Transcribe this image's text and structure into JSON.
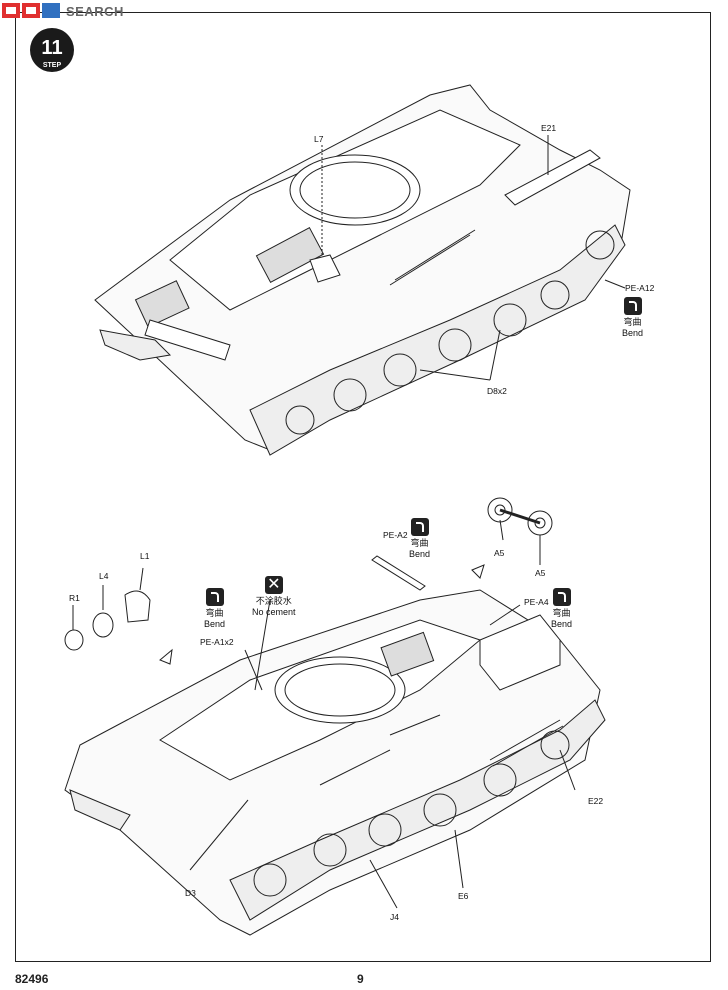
{
  "watermark": {
    "brand": "SEARCH"
  },
  "step": {
    "number": "11",
    "label": "STEP"
  },
  "top_view": {
    "labels": {
      "l7": "L7",
      "e21": "E21",
      "pe_a12": "PE-A12",
      "d8": "D8x2"
    },
    "bend": {
      "zh": "弯曲",
      "en": "Bend"
    }
  },
  "bottom_view": {
    "labels": {
      "r1": "R1",
      "l4": "L4",
      "l1": "L1",
      "pe_a1": "PE-A1x2",
      "pe_a2": "PE-A2",
      "a5_top": "A5",
      "a5_bottom": "A5",
      "pe_a4": "PE-A4",
      "d3": "D3",
      "j4": "J4",
      "e6": "E6",
      "e22": "E22"
    },
    "bend_a1": {
      "zh": "弯曲",
      "en": "Bend"
    },
    "bend_a2": {
      "zh": "弯曲",
      "en": "Bend"
    },
    "bend_a4": {
      "zh": "弯曲",
      "en": "Bend"
    },
    "no_cement": {
      "icon": "✕",
      "zh": "不涂胶水",
      "en": "No cement"
    }
  },
  "footer": {
    "kit_number": "82496",
    "page_number": "9"
  },
  "colors": {
    "line": "#222222",
    "accent_red": "#cc2222"
  }
}
